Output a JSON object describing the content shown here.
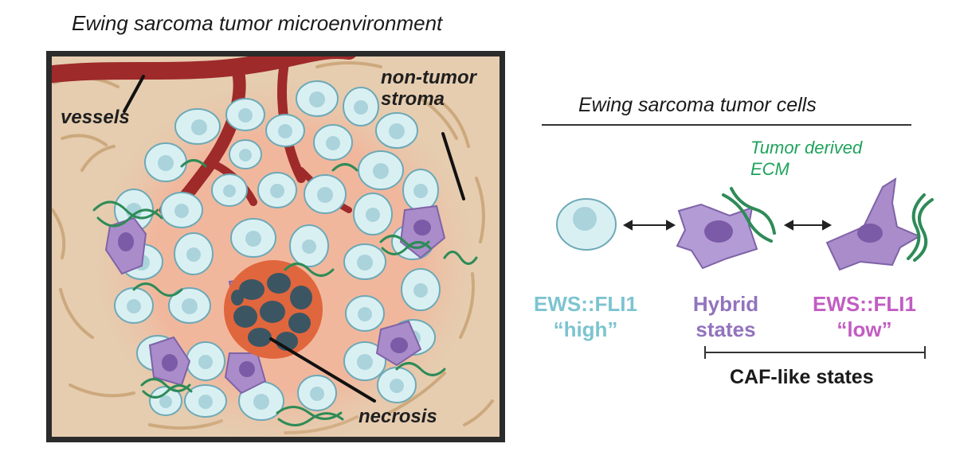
{
  "main_title": "Ewing sarcoma tumor microenvironment",
  "microenvironment_labels": {
    "vessels": "vessels",
    "stroma_line1": "non-tumor",
    "stroma_line2": "stroma",
    "necrosis": "necrosis"
  },
  "tumor_cells_panel": {
    "title": "Ewing sarcoma tumor cells",
    "ecm_line1": "Tumor derived",
    "ecm_line2": "ECM",
    "states": [
      {
        "line1": "EWS::FLI1",
        "line2": "“high”",
        "color": "#7cc4d0"
      },
      {
        "line1": "Hybrid",
        "line2": "states",
        "color": "#9273bd"
      },
      {
        "line1": "EWS::FLI1",
        "line2": "“low”",
        "color": "#c25cc2"
      }
    ],
    "caf_label": "CAF-like states"
  },
  "colors": {
    "frame": "#2b2b2b",
    "stroma_bg": "#d9b48c",
    "vessel": "#9e2a2a",
    "tumor_cell_fill": "#d9f0f3",
    "tumor_cell_nucleus": "#aad3dc",
    "caf_cell": "#a98cc9",
    "ecm_green": "#2e8b57",
    "necrosis_core": "#e0663d"
  }
}
